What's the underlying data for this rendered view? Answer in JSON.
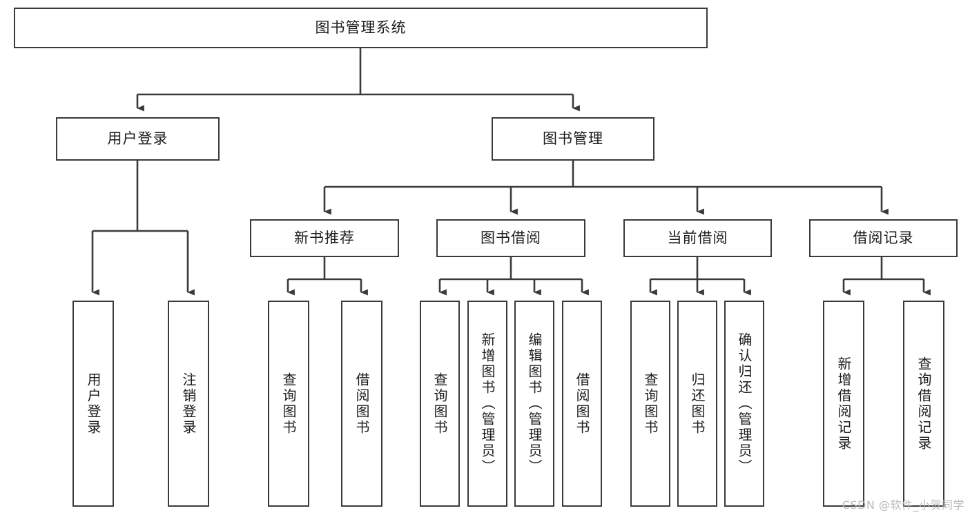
{
  "diagram": {
    "type": "tree",
    "title": "图书管理系统",
    "orientation": "top-down",
    "edge_color": "#3a3a3a",
    "node_border_color": "#3a3a3a",
    "node_fill_color": "#ffffff",
    "text_color": "#1d1d1d"
  },
  "nodes": {
    "root": {
      "label": "图书管理系统",
      "level": 1
    },
    "l2": [
      {
        "id": "user-login",
        "label": "用户登录",
        "level": 2
      },
      {
        "id": "book-mgmt",
        "label": "图书管理",
        "level": 2
      }
    ],
    "l3": [
      {
        "id": "new-book-rec",
        "label": "新书推荐",
        "level": 3
      },
      {
        "id": "book-borrow",
        "label": "图书借阅",
        "level": 3
      },
      {
        "id": "current-borrow",
        "label": "当前借阅",
        "level": 3
      },
      {
        "id": "borrow-record",
        "label": "借阅记录",
        "level": 3
      }
    ],
    "leaves": [
      {
        "id": "leaf-user-login",
        "label": "用户登录",
        "parent": "user-login"
      },
      {
        "id": "leaf-user-logout",
        "label": "注销登录",
        "parent": "user-login"
      },
      {
        "id": "leaf-query-book-1",
        "label": "查询图书",
        "parent": "new-book-rec"
      },
      {
        "id": "leaf-borrow-book-1",
        "label": "借阅图书",
        "parent": "new-book-rec"
      },
      {
        "id": "leaf-query-book-2",
        "label": "查询图书",
        "parent": "book-borrow"
      },
      {
        "id": "leaf-add-book",
        "label": "新增图书（管理员）",
        "parent": "book-borrow"
      },
      {
        "id": "leaf-edit-book",
        "label": "编辑图书（管理员）",
        "parent": "book-borrow"
      },
      {
        "id": "leaf-borrow-book-2",
        "label": "借阅图书",
        "parent": "book-borrow"
      },
      {
        "id": "leaf-query-book-3",
        "label": "查询图书",
        "parent": "current-borrow"
      },
      {
        "id": "leaf-return-book",
        "label": "归还图书",
        "parent": "current-borrow"
      },
      {
        "id": "leaf-confirm-return",
        "label": "确认归还（管理员）",
        "parent": "current-borrow"
      },
      {
        "id": "leaf-add-record",
        "label": "新增借阅记录",
        "parent": "borrow-record"
      },
      {
        "id": "leaf-query-record",
        "label": "查询借阅记录",
        "parent": "borrow-record"
      }
    ]
  },
  "watermark": {
    "text": "CSDN @软件_小贺同学"
  }
}
